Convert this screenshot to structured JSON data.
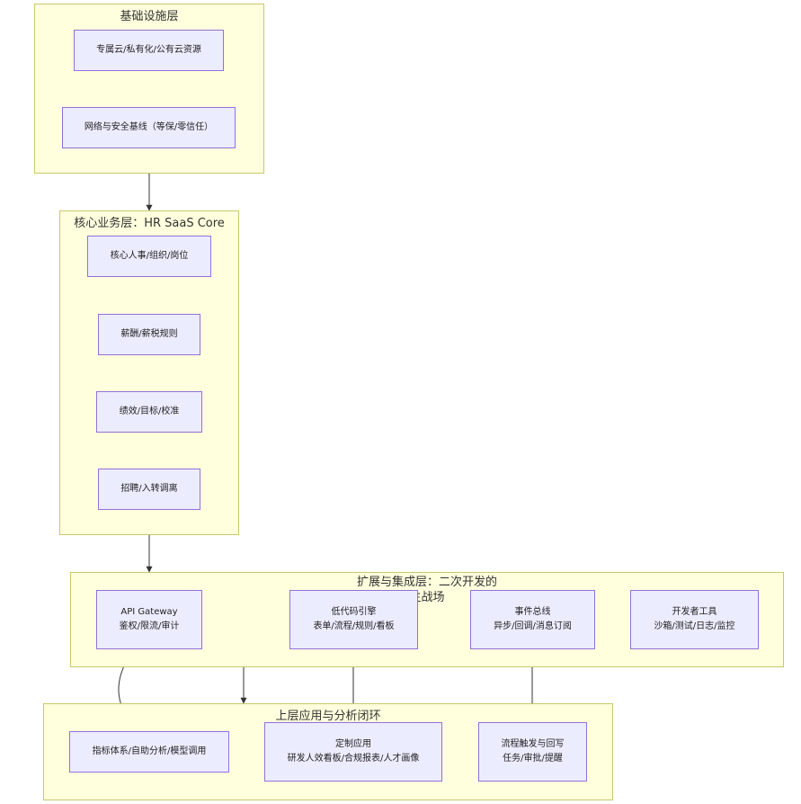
{
  "clusters": {
    "infra": {
      "title": "基础设施层"
    },
    "core": {
      "title": "核心业务层：HR SaaS Core"
    },
    "ext": {
      "title_line1": "扩展与集成层：二次开发的",
      "title_line2": "主战场"
    },
    "app": {
      "title": "上层应用与分析闭环"
    }
  },
  "nodes": {
    "infra_cloud": {
      "line1": "专属云/私有化/公有云资源"
    },
    "infra_net": {
      "line1": "网络与安全基线（等保/零信任）"
    },
    "core_hr": {
      "line1": "核心人事/组织/岗位"
    },
    "core_pay": {
      "line1": "薪酬/薪税规则"
    },
    "core_perf": {
      "line1": "绩效/目标/校准"
    },
    "core_rec": {
      "line1": "招聘/入转调离"
    },
    "ext_api": {
      "line1": "API Gateway",
      "line2": "鉴权/限流/审计"
    },
    "ext_lowcode": {
      "line1": "低代码引擎",
      "line2": "表单/流程/规则/看板"
    },
    "ext_event": {
      "line1": "事件总线",
      "line2": "异步/回调/消息订阅"
    },
    "ext_dev": {
      "line1": "开发者工具",
      "line2": "沙箱/测试/日志/监控"
    },
    "app_metrics": {
      "line1": "指标体系/自助分析/模型调用"
    },
    "app_custom": {
      "line1": "定制应用",
      "line2": "研发人效看板/合规报表/人才画像"
    },
    "app_flow": {
      "line1": "流程触发与回写",
      "line2": "任务/审批/提醒"
    }
  },
  "colors": {
    "cluster_fill": "#ffffde",
    "cluster_border": "#c8c86a",
    "node_fill": "#ececff",
    "node_border": "#9370db",
    "edge": "#333333"
  }
}
